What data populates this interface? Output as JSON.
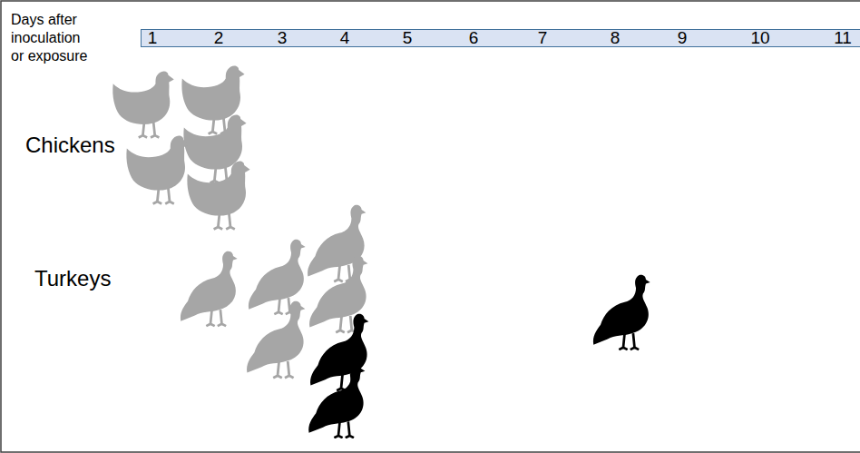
{
  "diagram": {
    "nodes": [
      {
        "text": [
          "1",
          "2",
          "3",
          "4",
          "5",
          "6",
          "7",
          "8",
          "9",
          "10",
          "11"
        ]
      }
    ],
    "labels": [
      "Days after inoculation or exposure",
      "Chickens",
      "Turkeys"
    ]
  }
}
